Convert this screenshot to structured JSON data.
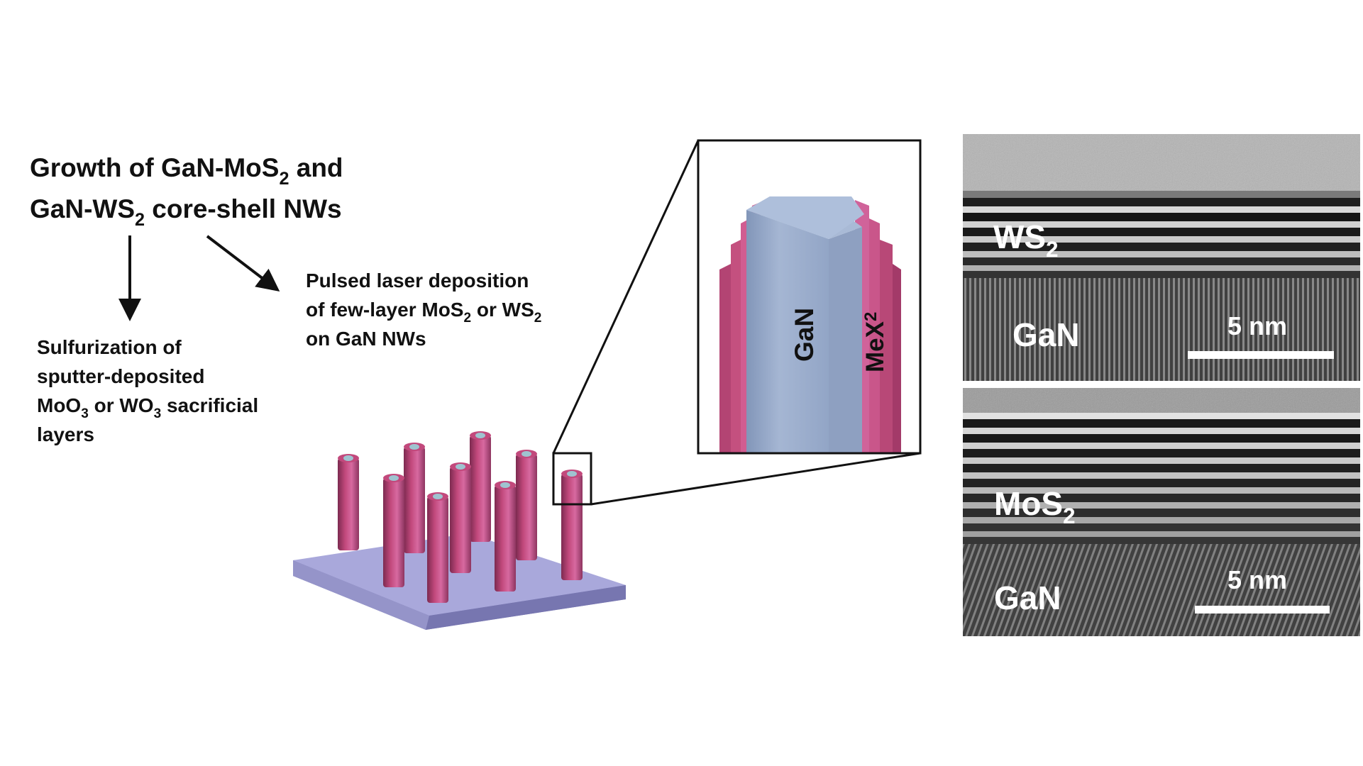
{
  "title": {
    "line1_pre": "Growth of GaN-MoS",
    "line1_sub": "2",
    "line1_post": " and",
    "line2_pre": "GaN-WS",
    "line2_sub": "2",
    "line2_post": " core-shell NWs"
  },
  "method_left": {
    "line1": "Sulfurization of",
    "line2": "sputter-deposited",
    "line3_a": "MoO",
    "line3_sub1": "3",
    "line3_b": " or WO",
    "line3_sub2": "3",
    "line3_c": " sacrificial",
    "line4": "layers"
  },
  "method_right": {
    "line1": "Pulsed laser deposition",
    "line2_a": "of few-layer MoS",
    "line2_sub1": "2",
    "line2_b": " or WS",
    "line2_sub2": "2",
    "line3": "on GaN NWs"
  },
  "zoom": {
    "core_label": "GaN",
    "shell_label": "MeX",
    "shell_sub": "2"
  },
  "tem_top": {
    "layer_label": "WS",
    "layer_sub": "2",
    "substrate_label": "GaN",
    "scale": "5 nm"
  },
  "tem_bottom": {
    "layer_label": "MoS",
    "layer_sub": "2",
    "substrate_label": "GaN",
    "scale": "5 nm"
  },
  "colors": {
    "shell": "#c2497c",
    "core": "#9fb1cf",
    "substrate": "#a9a8db",
    "text": "#111111"
  }
}
